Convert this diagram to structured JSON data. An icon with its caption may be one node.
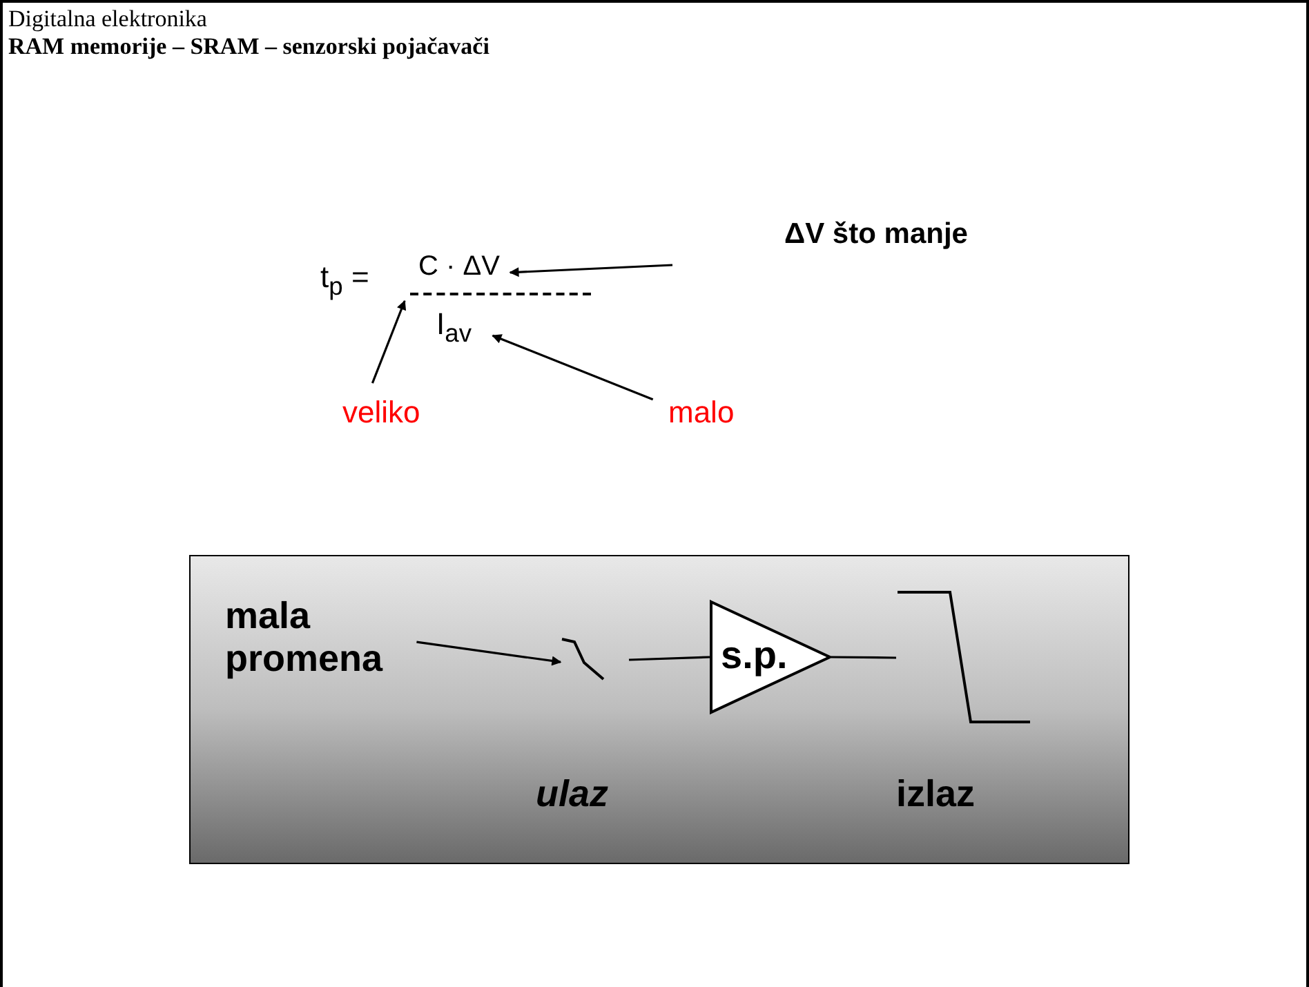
{
  "diagram": {
    "title": "RAM memorije – SRAM – senzorski pojačavači",
    "nodes": [
      {
        "text": [
          "C · ΔV"
        ]
      },
      {
        "text": [
          "I$_{av}$"
        ]
      },
      {
        "text": [],
        "shape": "bar"
      },
      {
        "text": [
          "veliko"
        ]
      },
      {
        "text": [
          "malo"
        ]
      },
      {
        "text": [],
        "shape": "box"
      },
      {
        "text": [
          "mala promena"
        ],
        "in": 5
      },
      {
        "text": [],
        "shape": "picture",
        "in": 5,
        "beside": [
          "ulaz"
        ]
      },
      {
        "text": [
          "s.p."
        ],
        "in": 5
      },
      {
        "text": [],
        "shape": "picture",
        "in": 5,
        "beside": [
          "izlaz"
        ]
      }
    ],
    "edges": [
      {
        "from": null,
        "to": 0,
        "arrow": "to"
      },
      {
        "from": 3,
        "to": 2,
        "arrow": "to"
      },
      {
        "from": 4,
        "to": 1,
        "arrow": "to"
      },
      {
        "from": 6,
        "to": 7,
        "arrow": "to"
      },
      {
        "from": 7,
        "to": 8,
        "arrow": "none"
      },
      {
        "from": 8,
        "to": 9,
        "arrow": "none"
      }
    ],
    "labels": [
      "Digitalna elektronika",
      "t$_{p}$ =",
      "ΔV što manje"
    ]
  }
}
